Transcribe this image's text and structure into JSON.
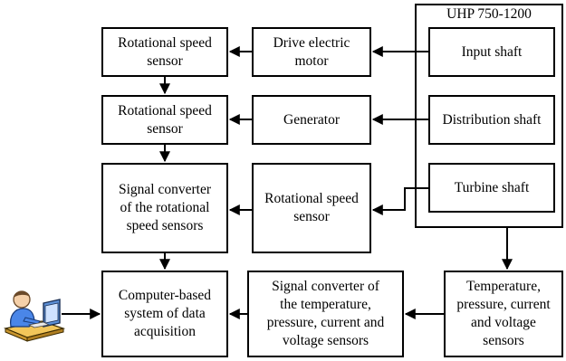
{
  "group": {
    "title": "UHP 750-1200"
  },
  "boxes": {
    "rss1": "Rotational speed\nsensor",
    "drive": "Drive electric\nmotor",
    "input": "Input shaft",
    "rss2": "Rotational speed\nsensor",
    "generator": "Generator",
    "distribution": "Distribution shaft",
    "signal_conv_rot": "Signal converter\nof the rotational\nspeed sensors",
    "rss3": "Rotational speed\nsensor",
    "turbine": "Turbine shaft",
    "daq": "Computer-based\nsystem of data\nacquisition",
    "signal_conv_tp": "Signal converter of\nthe temperature,\npressure, current and\nvoltage sensors",
    "tp_sensors": "Temperature,\npressure, current\nand voltage\nsensors"
  },
  "icons": {
    "operator": "operator-at-computer-icon"
  }
}
